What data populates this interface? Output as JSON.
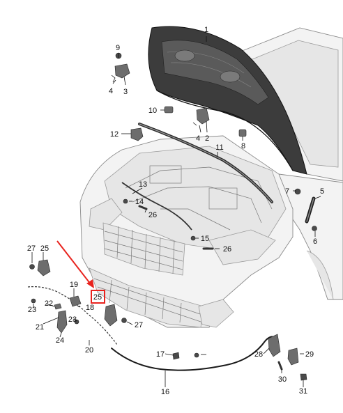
{
  "diagram": {
    "colors": {
      "highlight": "#e8231e",
      "line": "#111111",
      "body_fill": "#f3f3f3",
      "part_fill": "#6d6d6d"
    },
    "callouts": [
      "1",
      "2",
      "3",
      "4",
      "4",
      "5",
      "6",
      "7",
      "8",
      "9",
      "10",
      "11",
      "12",
      "13",
      "14",
      "15",
      "16",
      "17",
      "18",
      "19",
      "20",
      "21",
      "22",
      "23",
      "23",
      "24",
      "25",
      "25",
      "26",
      "26",
      "27",
      "27",
      "28",
      "29",
      "30",
      "31"
    ],
    "highlighted_callout": "25"
  }
}
